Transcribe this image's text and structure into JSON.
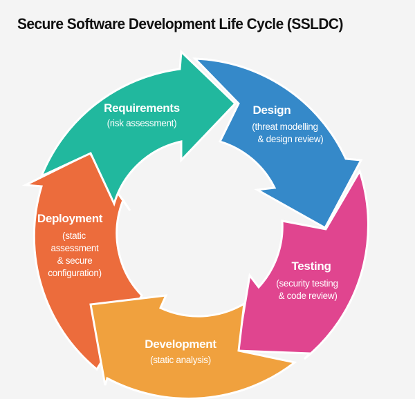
{
  "title": "Secure Software Development Life Cycle (SSLDC)",
  "diagram": {
    "type": "cycle",
    "direction": "clockwise",
    "stages": [
      {
        "name": "Requirements",
        "subtitle_lines": [
          "(risk assessment)"
        ],
        "color": "#21b89e"
      },
      {
        "name": "Design",
        "subtitle_lines": [
          "(threat modelling",
          "& design review)"
        ],
        "color": "#3589c9"
      },
      {
        "name": "Testing",
        "subtitle_lines": [
          "(security testing",
          "& code review)"
        ],
        "color": "#e0458f"
      },
      {
        "name": "Development",
        "subtitle_lines": [
          "(static analysis)"
        ],
        "color": "#f0a13e"
      },
      {
        "name": "Deployment",
        "subtitle_lines": [
          "(static",
          "assessment",
          "& secure",
          "configuration)"
        ],
        "color": "#ec6c3c"
      }
    ],
    "background": "#f4f4f4"
  }
}
